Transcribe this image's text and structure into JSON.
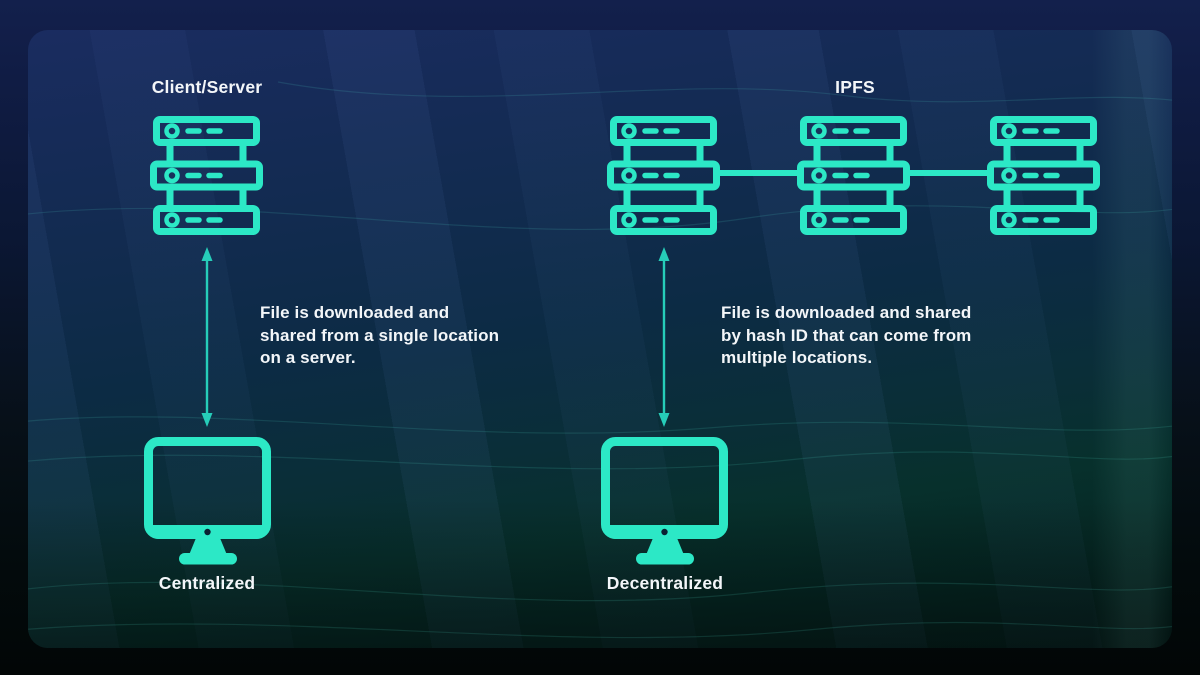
{
  "diagram": {
    "left": {
      "title": "Client/Server",
      "description": "File is downloaded and\nshared from a single location\non a server.",
      "label": "Centralized"
    },
    "right": {
      "title": "IPFS",
      "description": "File is downloaded and shared\nby hash ID that can come from\nmultiple locations.",
      "label": "Decentralized"
    }
  },
  "icons": {
    "server_stack": "server-stack-icon",
    "monitor": "monitor-icon",
    "double_arrow": "double-arrow-icon",
    "connector": "connector-line"
  },
  "colors": {
    "accent_teal": "#2CE8C6",
    "arrow_teal": "#26CDB9",
    "text": "#F3F6F9",
    "panel_top": "#1A2C60",
    "panel_bottom": "#041C19",
    "outer_top": "#13204C",
    "outer_bottom": "#020606",
    "dot_dark": "#0A2133"
  }
}
